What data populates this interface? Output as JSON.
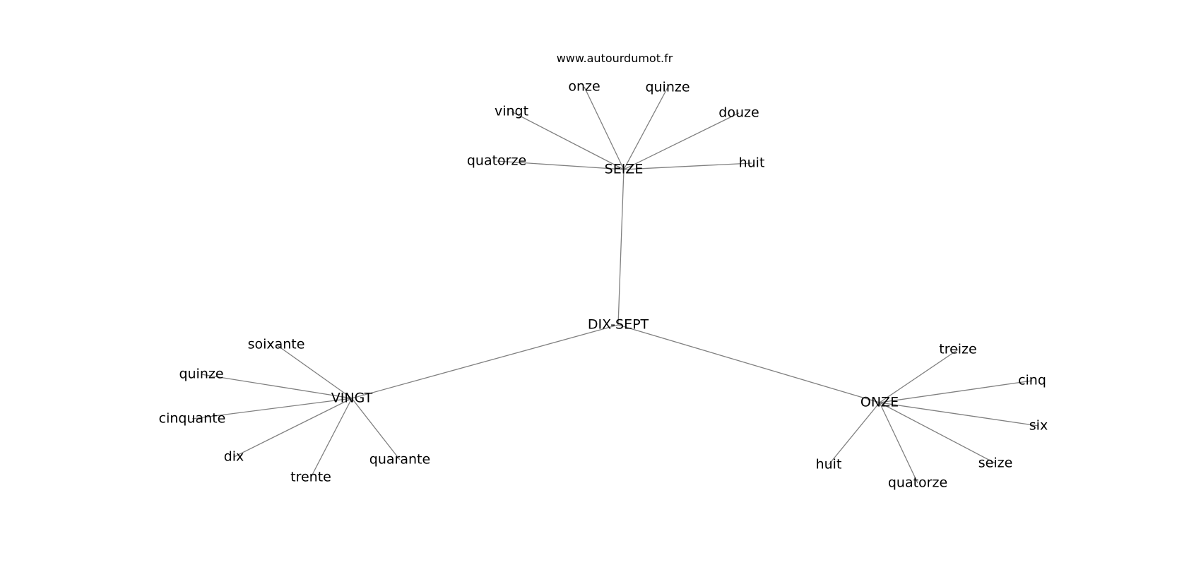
{
  "header": {
    "site": "www.autourdumot.fr"
  },
  "colors": {
    "edge": "#808080",
    "text": "#000000",
    "background": "#ffffff"
  },
  "graph": {
    "center": {
      "id": "c",
      "label": "DIX-SEPT"
    },
    "hubs": [
      {
        "id": "h1",
        "label": "SEIZE",
        "leaves": [
          {
            "id": "h1a",
            "label": "onze"
          },
          {
            "id": "h1b",
            "label": "quinze"
          },
          {
            "id": "h1c",
            "label": "vingt"
          },
          {
            "id": "h1d",
            "label": "douze"
          },
          {
            "id": "h1e",
            "label": "quatorze"
          },
          {
            "id": "h1f",
            "label": "huit"
          }
        ]
      },
      {
        "id": "h2",
        "label": "VINGT",
        "leaves": [
          {
            "id": "h2a",
            "label": "soixante"
          },
          {
            "id": "h2b",
            "label": "quinze"
          },
          {
            "id": "h2c",
            "label": "cinquante"
          },
          {
            "id": "h2d",
            "label": "dix"
          },
          {
            "id": "h2e",
            "label": "trente"
          },
          {
            "id": "h2f",
            "label": "quarante"
          }
        ]
      },
      {
        "id": "h3",
        "label": "ONZE",
        "leaves": [
          {
            "id": "h3a",
            "label": "treize"
          },
          {
            "id": "h3b",
            "label": "cinq"
          },
          {
            "id": "h3c",
            "label": "six"
          },
          {
            "id": "h3d",
            "label": "seize"
          },
          {
            "id": "h3e",
            "label": "quatorze"
          },
          {
            "id": "h3f",
            "label": "huit"
          }
        ]
      }
    ]
  }
}
